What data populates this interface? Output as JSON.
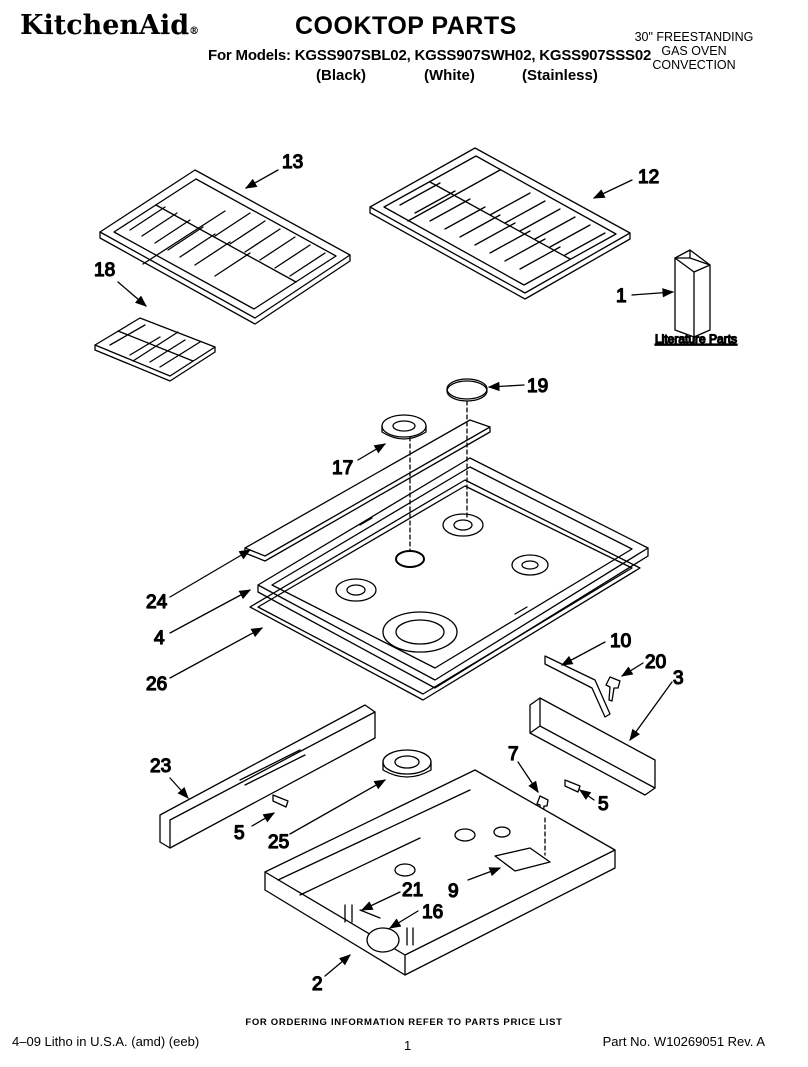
{
  "header": {
    "brand": "KitchenAid",
    "brand_mark": "®",
    "title": "COOKTOP PARTS",
    "models_line": "For Models: KGSS907SBL02, KGSS907SWH02, KGSS907SSS02",
    "finishes": [
      "(Black)",
      "(White)",
      "(Stainless)"
    ],
    "product_line1": "30\" FREESTANDING",
    "product_line2": "GAS OVEN",
    "product_line3": "CONVECTION"
  },
  "diagram": {
    "literature_label": "Literature Parts",
    "callouts": [
      "13",
      "12",
      "18",
      "1",
      "19",
      "17",
      "24",
      "4",
      "26",
      "10",
      "20",
      "3",
      "23",
      "7",
      "5",
      "5",
      "25",
      "21",
      "9",
      "16",
      "2"
    ]
  },
  "footer": {
    "ordering_note": "FOR ORDERING INFORMATION REFER TO PARTS PRICE LIST",
    "litho": "4–09 Litho in U.S.A. (amd) (eeb)",
    "page": "1",
    "part_no": "Part No. W10269051 Rev. A"
  },
  "colors": {
    "ink": "#000000",
    "paper": "#ffffff",
    "shade": "#e6e6e6"
  }
}
